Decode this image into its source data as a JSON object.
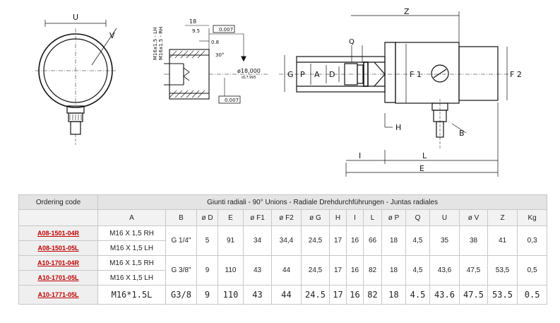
{
  "drawing": {
    "left_labels": {
      "u": "U",
      "v": "V"
    },
    "mid_labels": {
      "m16_lh": "M16x1.5 - LH",
      "m16_rh": "M16x1.5 - RH",
      "dim18": "18",
      "dim95": "9.5",
      "dim08": "0.8",
      "angle": "30°",
      "tol1": "0.007",
      "tol2": "0.007",
      "dia": "ø18,000",
      "dia_tol": "d17.995"
    },
    "right_labels": {
      "z": "Z",
      "q": "Q",
      "g": "G",
      "p": "P",
      "a": "A",
      "d": "D",
      "f1": "F 1",
      "f2": "F 2",
      "h": "H",
      "b": "B",
      "i": "I",
      "l": "L",
      "e": "E"
    }
  },
  "table": {
    "ordering_code": "Ordering code",
    "title": "Giunti radiali - 90° Unions - Radiale Drehdurchführungen - Juntas radiales",
    "columns": [
      "A",
      "B",
      "ø D",
      "E",
      "ø F1",
      "ø F2",
      "ø G",
      "H",
      "I",
      "L",
      "ø P",
      "Q",
      "U",
      "ø V",
      "Z",
      "Kg"
    ],
    "groups": [
      {
        "rows": [
          {
            "code": "A08-1501-04R",
            "a": "M16 X 1,5 RH"
          },
          {
            "code": "A08-1501-05L",
            "a": "M16 X 1,5 LH"
          }
        ],
        "b": "G 1/4\"",
        "d": "5",
        "e": "91",
        "f1": "34",
        "f2": "34,4",
        "g": "24,5",
        "h": "17",
        "i": "16",
        "l": "66",
        "p": "18",
        "q": "4,5",
        "u": "35",
        "v": "38",
        "z": "41",
        "kg": "0,3"
      },
      {
        "rows": [
          {
            "code": "A10-1701-04R",
            "a": "M16 X 1,5 RH"
          },
          {
            "code": "A10-1701-05L",
            "a": "M16 X 1,5 LH"
          }
        ],
        "b": "G 3/8\"",
        "d": "9",
        "e": "110",
        "f1": "43",
        "f2": "44",
        "g": "24,5",
        "h": "17",
        "i": "16",
        "l": "82",
        "p": "18",
        "q": "4,5",
        "u": "43,6",
        "v": "47,5",
        "z": "53,5",
        "kg": "0,5"
      }
    ],
    "last_row": {
      "code": "A10-1771-05L",
      "a": "M16*1.5L",
      "b": "G3/8",
      "d": "9",
      "e": "110",
      "f1": "43",
      "f2": "44",
      "g": "24.5",
      "h": "17",
      "i": "16",
      "l": "82",
      "p": "18",
      "q": "4.5",
      "u": "43.6",
      "v": "47.5",
      "z": "53.5",
      "kg": "0.5"
    }
  }
}
